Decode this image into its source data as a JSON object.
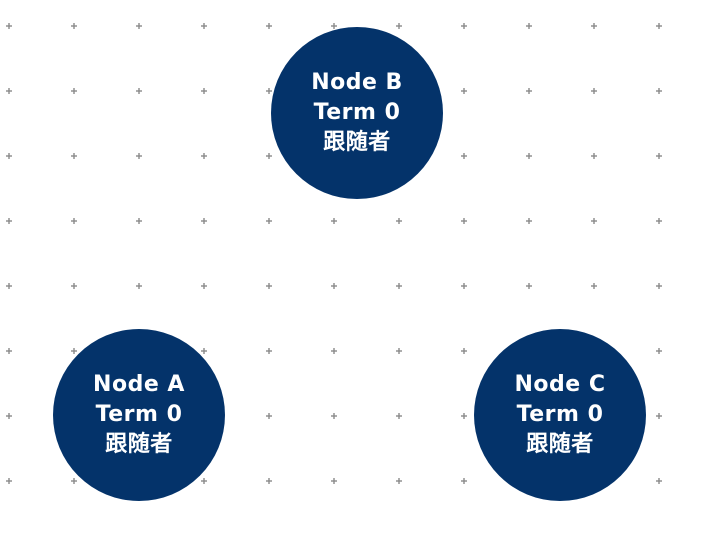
{
  "nodes": {
    "b": {
      "name": "Node B",
      "term": "Term 0",
      "role": "跟随者"
    },
    "a": {
      "name": "Node A",
      "term": "Term 0",
      "role": "跟随者"
    },
    "c": {
      "name": "Node C",
      "term": "Term 0",
      "role": "跟随者"
    }
  },
  "colors": {
    "node_fill": "#04336a",
    "node_text": "#ffffff",
    "grid_dot": "#8a8a8a",
    "background": "#ffffff"
  }
}
